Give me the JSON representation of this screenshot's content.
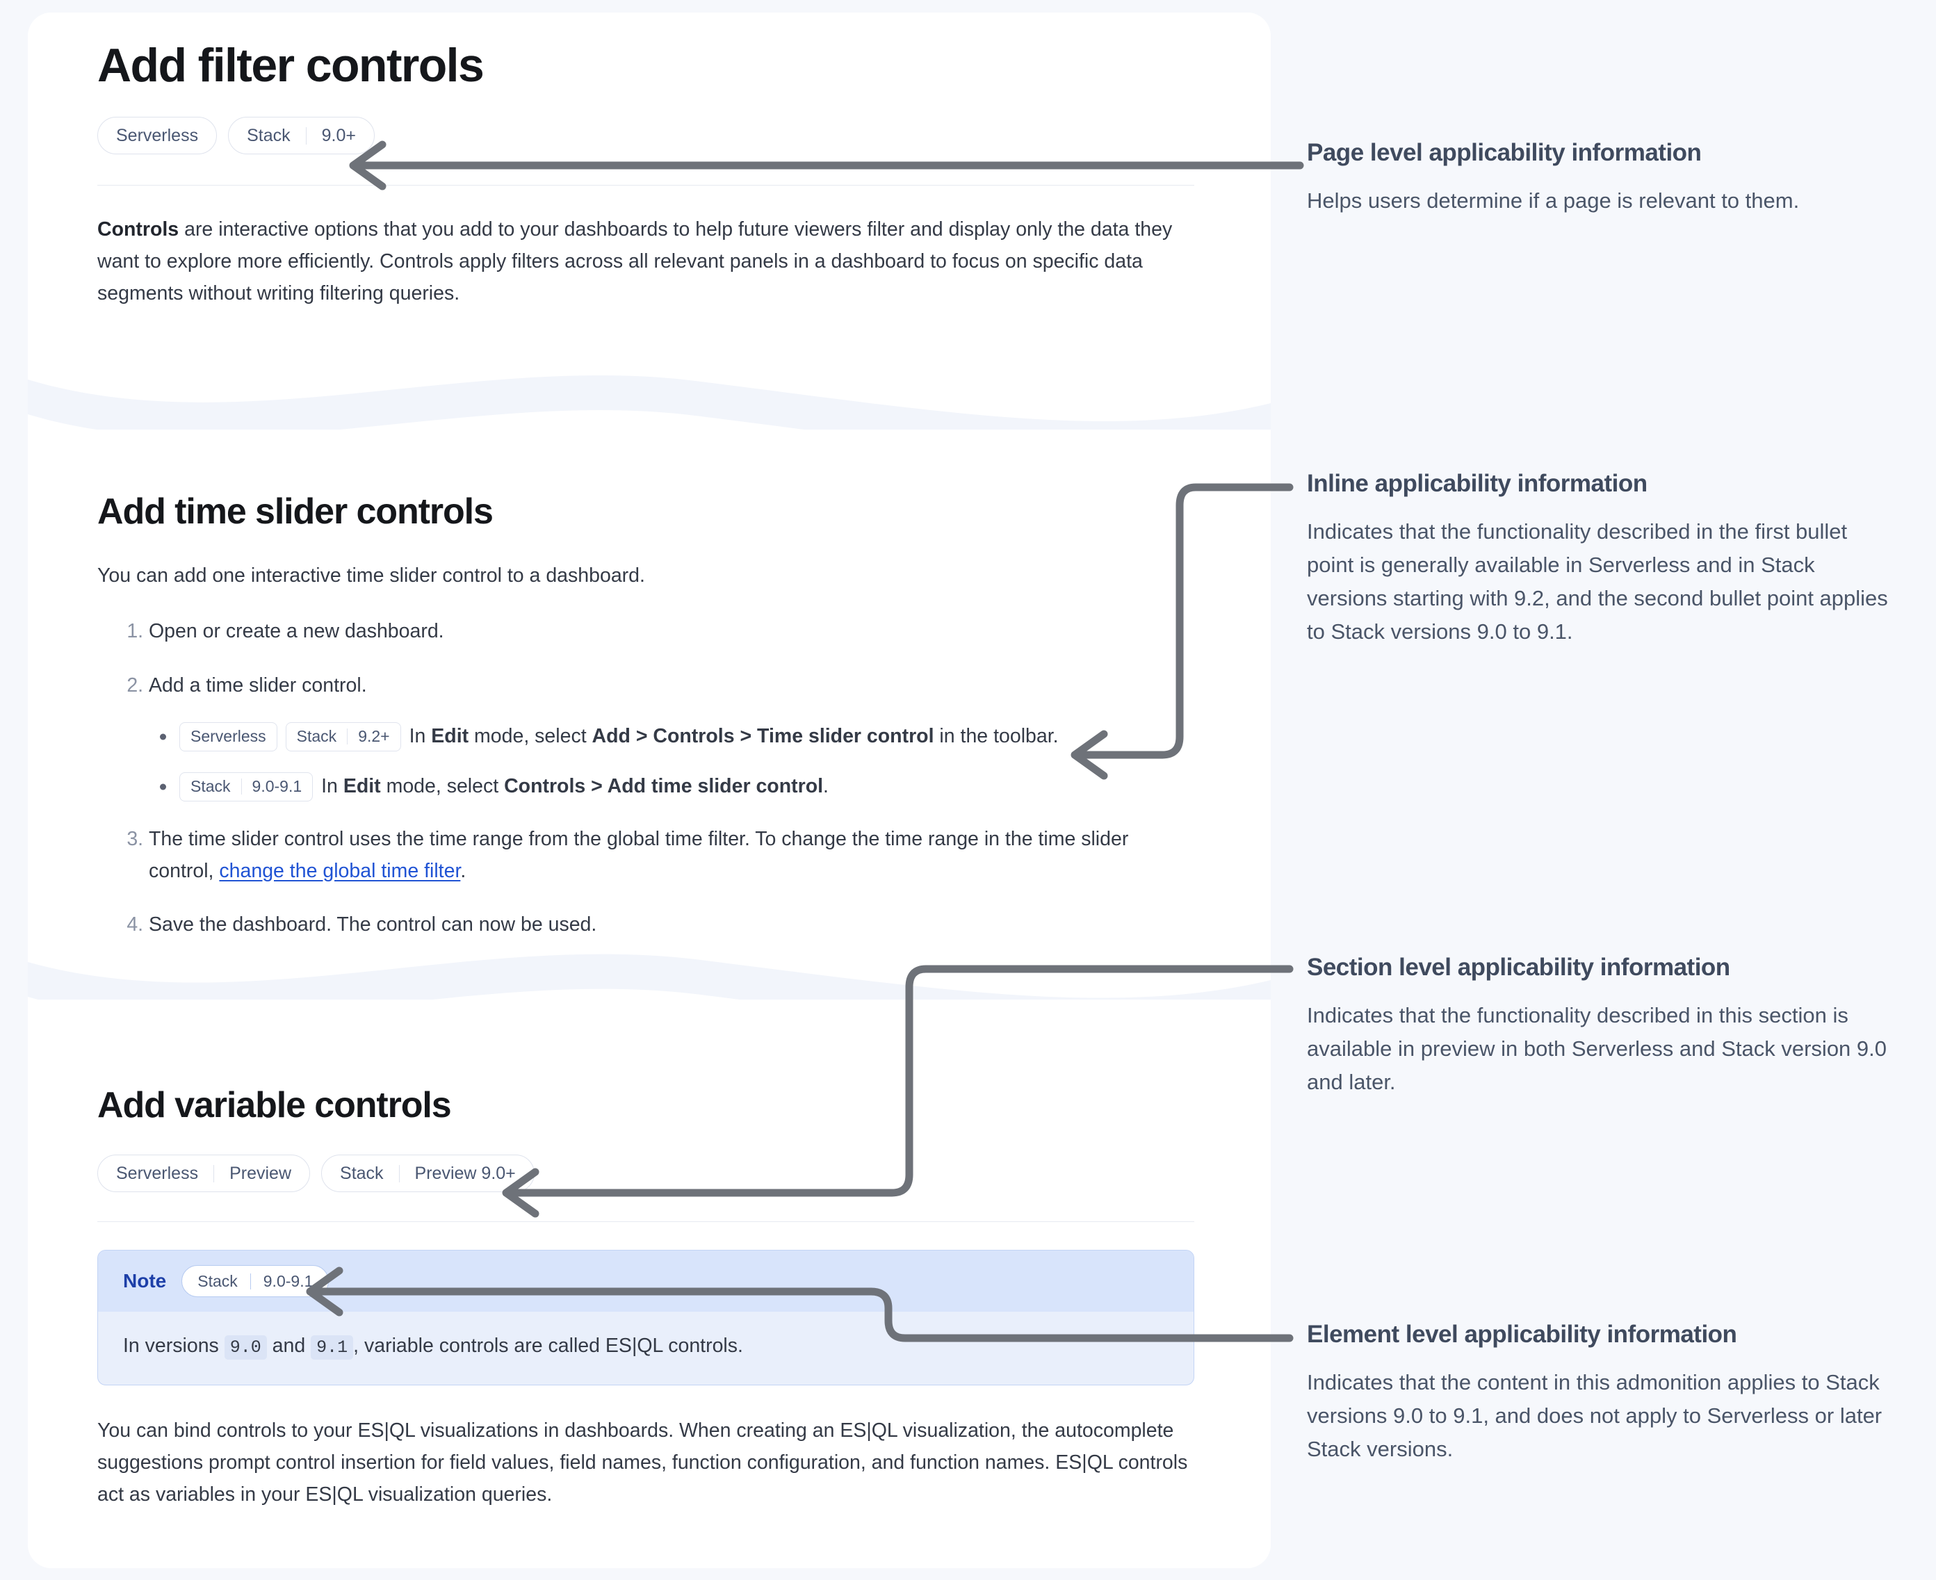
{
  "page": {
    "title": "Add filter controls",
    "page_badges": [
      {
        "segments": [
          "Serverless"
        ]
      },
      {
        "segments": [
          "Stack",
          "9.0+"
        ]
      }
    ],
    "intro_lead": "Controls",
    "intro_rest": " are interactive options that you add to your dashboards to help future viewers filter and display only the data they want to explore more efficiently. Controls apply filters across all relevant panels in a dashboard to focus on specific data segments without writing filtering queries."
  },
  "time_slider_section": {
    "heading": "Add time slider controls",
    "intro": "You can add one interactive time slider control to a dashboard.",
    "steps": [
      {
        "text": "Open or create a new dashboard."
      },
      {
        "text": "Add a time slider control.",
        "sub_items": [
          {
            "chips": [
              {
                "segments": [
                  "Serverless"
                ]
              },
              {
                "segments": [
                  "Stack",
                  "9.2+"
                ]
              }
            ],
            "parts": [
              {
                "t": "In ",
                "b": false
              },
              {
                "t": "Edit",
                "b": true
              },
              {
                "t": " mode, select ",
                "b": false
              },
              {
                "t": "Add > Controls > Time slider control",
                "b": true
              },
              {
                "t": " in the toolbar.",
                "b": false
              }
            ]
          },
          {
            "chips": [
              {
                "segments": [
                  "Stack",
                  "9.0-9.1"
                ]
              }
            ],
            "parts": [
              {
                "t": "In ",
                "b": false
              },
              {
                "t": "Edit",
                "b": true
              },
              {
                "t": " mode, select ",
                "b": false
              },
              {
                "t": "Controls > Add time slider control",
                "b": true
              },
              {
                "t": ".",
                "b": false
              }
            ]
          }
        ]
      },
      {
        "text_before_link": "The time slider control uses the time range from the global time filter. To change the time range in the time slider control, ",
        "link_text": "change the global time filter",
        "text_after_link": "."
      },
      {
        "text": "Save the dashboard. The control can now be used."
      }
    ]
  },
  "variable_section": {
    "heading": "Add variable controls",
    "section_badges": [
      {
        "segments": [
          "Serverless",
          "Preview"
        ]
      },
      {
        "segments": [
          "Stack",
          "Preview 9.0+"
        ]
      }
    ],
    "note": {
      "label": "Note",
      "badge": {
        "segments": [
          "Stack",
          "9.0-9.1"
        ]
      },
      "parts": [
        {
          "t": "In versions ",
          "code": false
        },
        {
          "t": "9.0",
          "code": true
        },
        {
          "t": " and ",
          "code": false
        },
        {
          "t": "9.1",
          "code": true
        },
        {
          "t": ", variable controls are called ES|QL controls.",
          "code": false
        }
      ]
    },
    "closing_paragraph": "You can bind controls to your ES|QL visualizations in dashboards. When creating an ES|QL visualization, the autocomplete suggestions prompt control insertion for field values, field names, function configuration, and function names. ES|QL controls act as variables in your ES|QL visualization queries."
  },
  "annotations": [
    {
      "title": "Page level applicability information",
      "body": "Helps users determine if a page is relevant to them."
    },
    {
      "title": "Inline applicability information",
      "body": "Indicates that the functionality described in the first bullet point is generally available in Serverless and in Stack versions starting with 9.2, and the second bullet point applies to Stack versions 9.0 to 9.1."
    },
    {
      "title": "Section level applicability information",
      "body": "Indicates that the functionality described in this section is available in preview in both Serverless and Stack version 9.0 and later."
    },
    {
      "title": "Element level applicability information",
      "body": "Indicates that the content in this admonition applies to Stack versions 9.0 to 9.1, and does not apply to Serverless or later Stack versions."
    }
  ],
  "colors": {
    "page_background": "#f6f8fc",
    "card_background": "#ffffff",
    "connector": "#6e7279",
    "link": "#2053d4",
    "note_header": "#d8e4fb",
    "note_body": "#e9effb",
    "annotation_title": "#3f4a5e"
  }
}
